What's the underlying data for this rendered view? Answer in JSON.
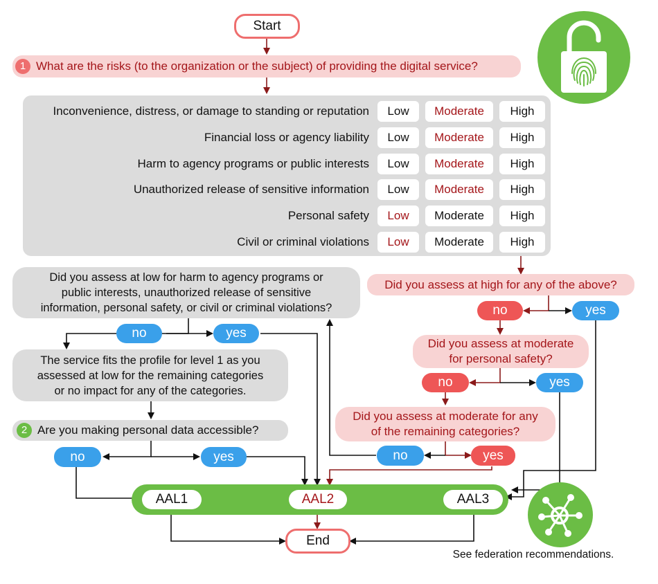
{
  "start_label": "Start",
  "end_label": "End",
  "q1": {
    "number": "1",
    "text": "What are the risks (to the organization or the subject) of providing the digital service?"
  },
  "risk_table": {
    "levels": [
      "Low",
      "Moderate",
      "High"
    ],
    "rows": [
      {
        "label": "Inconvenience, distress, or damage to standing or reputation",
        "selected": "Moderate"
      },
      {
        "label": "Financial loss or agency liability",
        "selected": "Moderate"
      },
      {
        "label": "Harm to agency programs or public interests",
        "selected": "Moderate"
      },
      {
        "label": "Unauthorized release of sensitive information",
        "selected": "Moderate"
      },
      {
        "label": "Personal safety",
        "selected": "Low"
      },
      {
        "label": "Civil or criminal violations",
        "selected": "Low"
      }
    ]
  },
  "q_low": {
    "lines": [
      "Did you assess at low for harm to agency programs or",
      "public interests, unauthorized release of sensitive",
      "information, personal safety, or civil or criminal violations?"
    ]
  },
  "q_low_no": "no",
  "q_low_yes": "yes",
  "profile": {
    "lines": [
      "The service fits the profile for level 1 as you",
      "assessed at low for the remaining categories",
      "or no impact for any of the categories."
    ]
  },
  "q2": {
    "number": "2",
    "text": "Are you making personal data accessible?"
  },
  "q2_no": "no",
  "q2_yes": "yes",
  "q_high": {
    "text": "Did you assess at high for any of the above?"
  },
  "q_high_no": "no",
  "q_high_yes": "yes",
  "q_mod_safety": {
    "lines": [
      "Did you assess at moderate",
      "for personal safety?"
    ]
  },
  "q_mod_safety_no": "no",
  "q_mod_safety_yes": "yes",
  "q_mod_remaining": {
    "lines": [
      "Did you assess at moderate for any",
      "of the remaining categories?"
    ]
  },
  "q_mod_remaining_no": "no",
  "q_mod_remaining_yes": "yes",
  "aal": {
    "aal1": "AAL1",
    "aal2": "AAL2",
    "aal3": "AAL3"
  },
  "federation_note": "See federation recommendations.",
  "icons": {
    "lock": "unlocked-fingerprint-lock-icon",
    "federation": "federation-network-icon"
  },
  "colors": {
    "green": "#6bbd45",
    "red_path": "#8b1a1a",
    "blue": "#3aa0ea",
    "red": "#ee5656",
    "pink": "#f8d3d3",
    "gray": "#dcdcdc"
  }
}
